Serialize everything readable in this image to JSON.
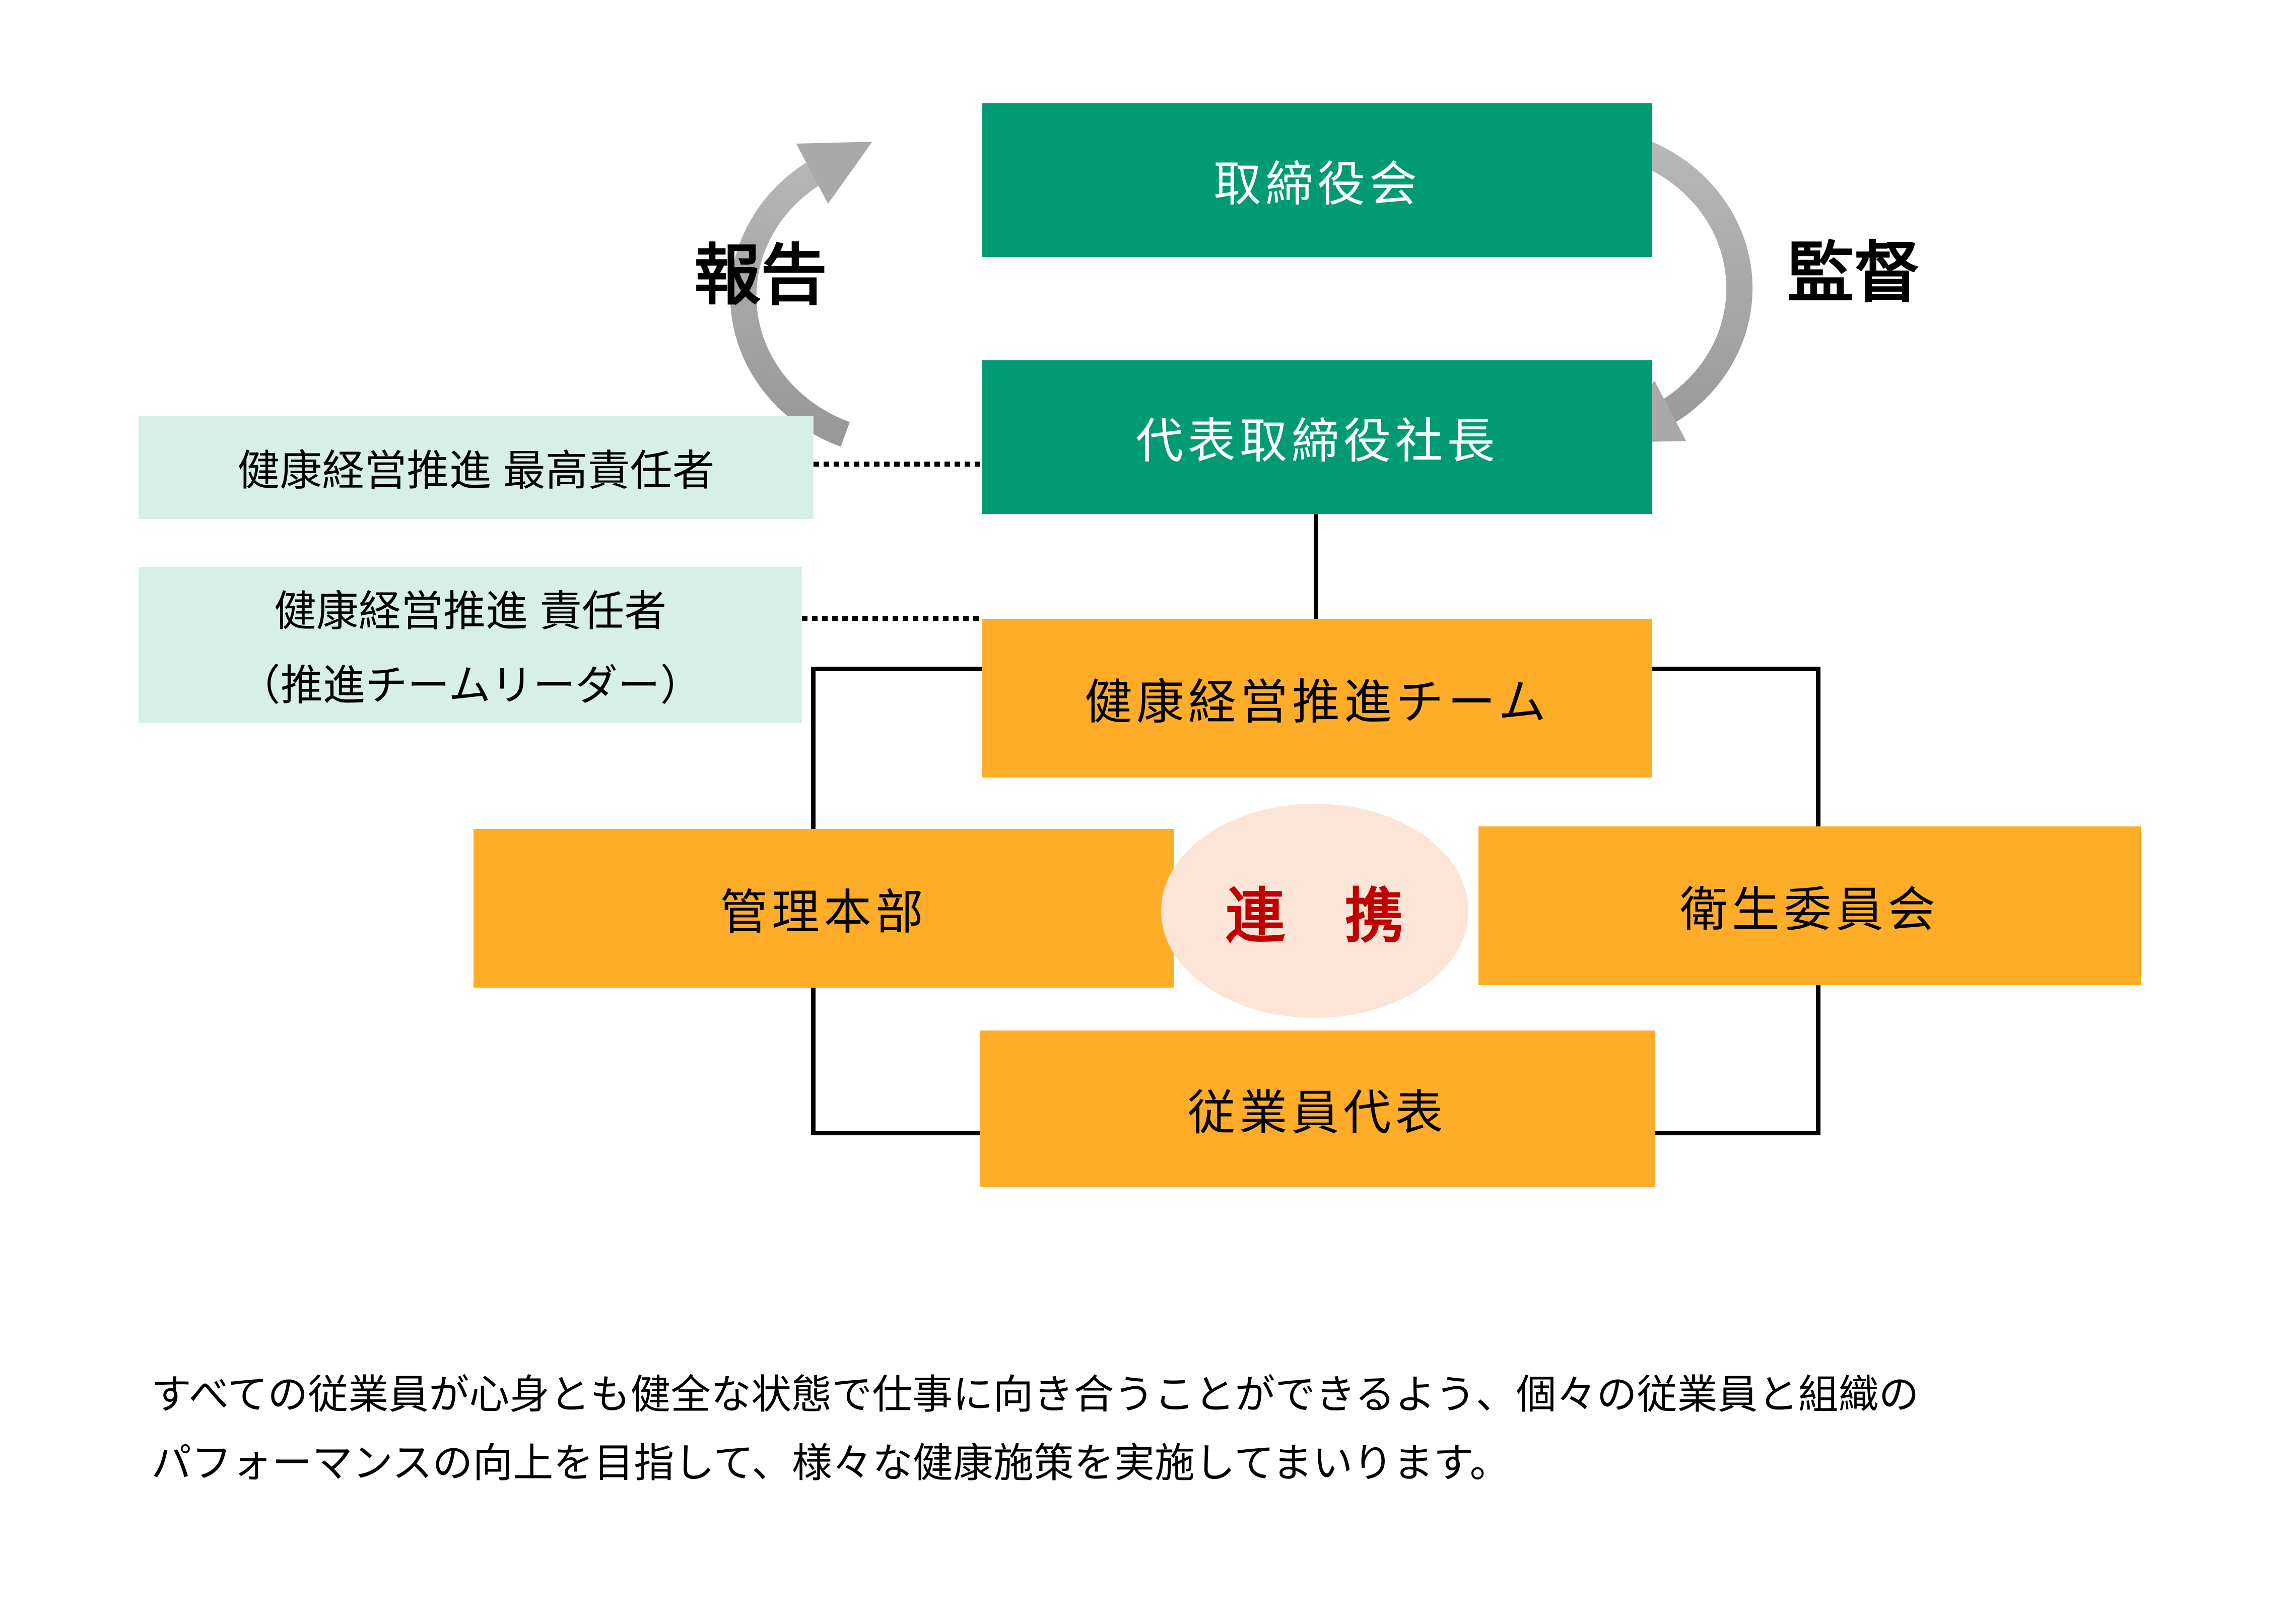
{
  "diagram": {
    "boxes": {
      "board": "取締役会",
      "president": "代表取締役社長",
      "promotion_team": "健康経営推進チーム",
      "admin_hq": "管理本部",
      "hygiene_committee": "衛生委員会",
      "employee_rep": "従業員代表"
    },
    "side_labels": {
      "chief_officer": "健康経営推進 最高責任者",
      "officer_line1": "健康経営推進 責任者",
      "officer_line2": "（推進チームリーダー）"
    },
    "arrow_labels": {
      "report": "報告",
      "supervise": "監督"
    },
    "collaboration": "連　携",
    "footer": {
      "line1": "すべての従業員が心身とも健全な状態で仕事に向き合うことができるよう、個々の従業員と組織の",
      "line2": "パフォーマンスの向上を目指して、様々な健康施策を実施してまいります。"
    },
    "colors": {
      "green": "#009B72",
      "mint": "#D6F0E7",
      "orange": "#FFAD29",
      "pink_ellipse": "#FCE4D6",
      "red_text": "#C00000",
      "arrow_gray": "#A9A9A9",
      "line_black": "#000000"
    }
  }
}
